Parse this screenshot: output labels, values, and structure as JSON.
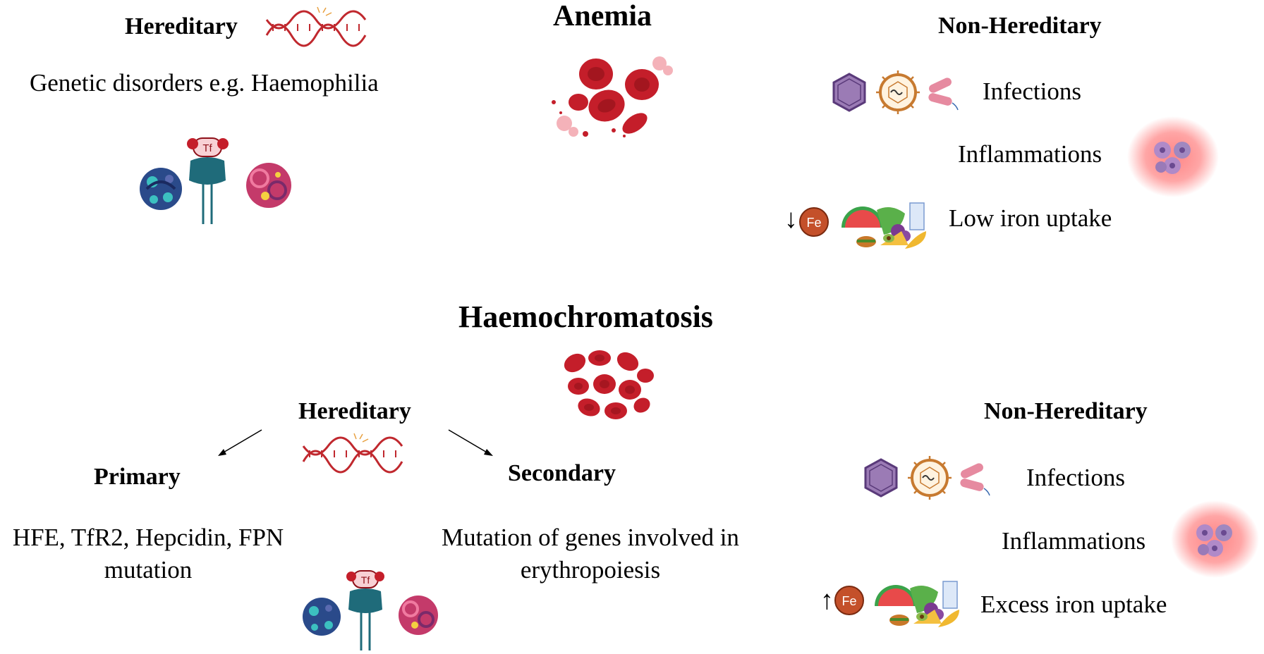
{
  "anemia": {
    "title": "Anemia",
    "hereditary": {
      "heading": "Hereditary",
      "text": "Genetic disorders e.g. Haemophilia",
      "tf_label": "Tf"
    },
    "non_hereditary": {
      "heading": "Non-Hereditary",
      "items": [
        "Infections",
        "Inflammations",
        "Low iron uptake"
      ],
      "fe_label": "Fe",
      "arrow_symbol": "↓"
    }
  },
  "haemochromatosis": {
    "title": "Haemochromatosis",
    "hereditary": {
      "heading": "Hereditary",
      "primary": {
        "heading": "Primary",
        "text_lines": [
          "HFE, TfR2, Hepcidin, FPN",
          "mutation"
        ]
      },
      "secondary": {
        "heading": "Secondary",
        "text_lines": [
          "Mutation of genes involved in",
          "erythropoiesis"
        ]
      },
      "tf_label": "Tf"
    },
    "non_hereditary": {
      "heading": "Non-Hereditary",
      "items": [
        "Infections",
        "Inflammations",
        "Excess iron uptake"
      ],
      "fe_label": "Fe",
      "arrow_symbol": "↑"
    }
  },
  "colors": {
    "dna": "#c0282e",
    "rbc": "#c41e2a",
    "rbc_dark": "#8e1019",
    "virus": "#c77a30",
    "hexagon": "#9b7bb5",
    "bacteria": "#d4607a",
    "inflammation_glow": "#ff6b6b",
    "fe": "#c4502a",
    "protein_blue": "#2a4a8a",
    "protein_teal": "#1f6b7a",
    "protein_pink": "#c43a6a"
  }
}
